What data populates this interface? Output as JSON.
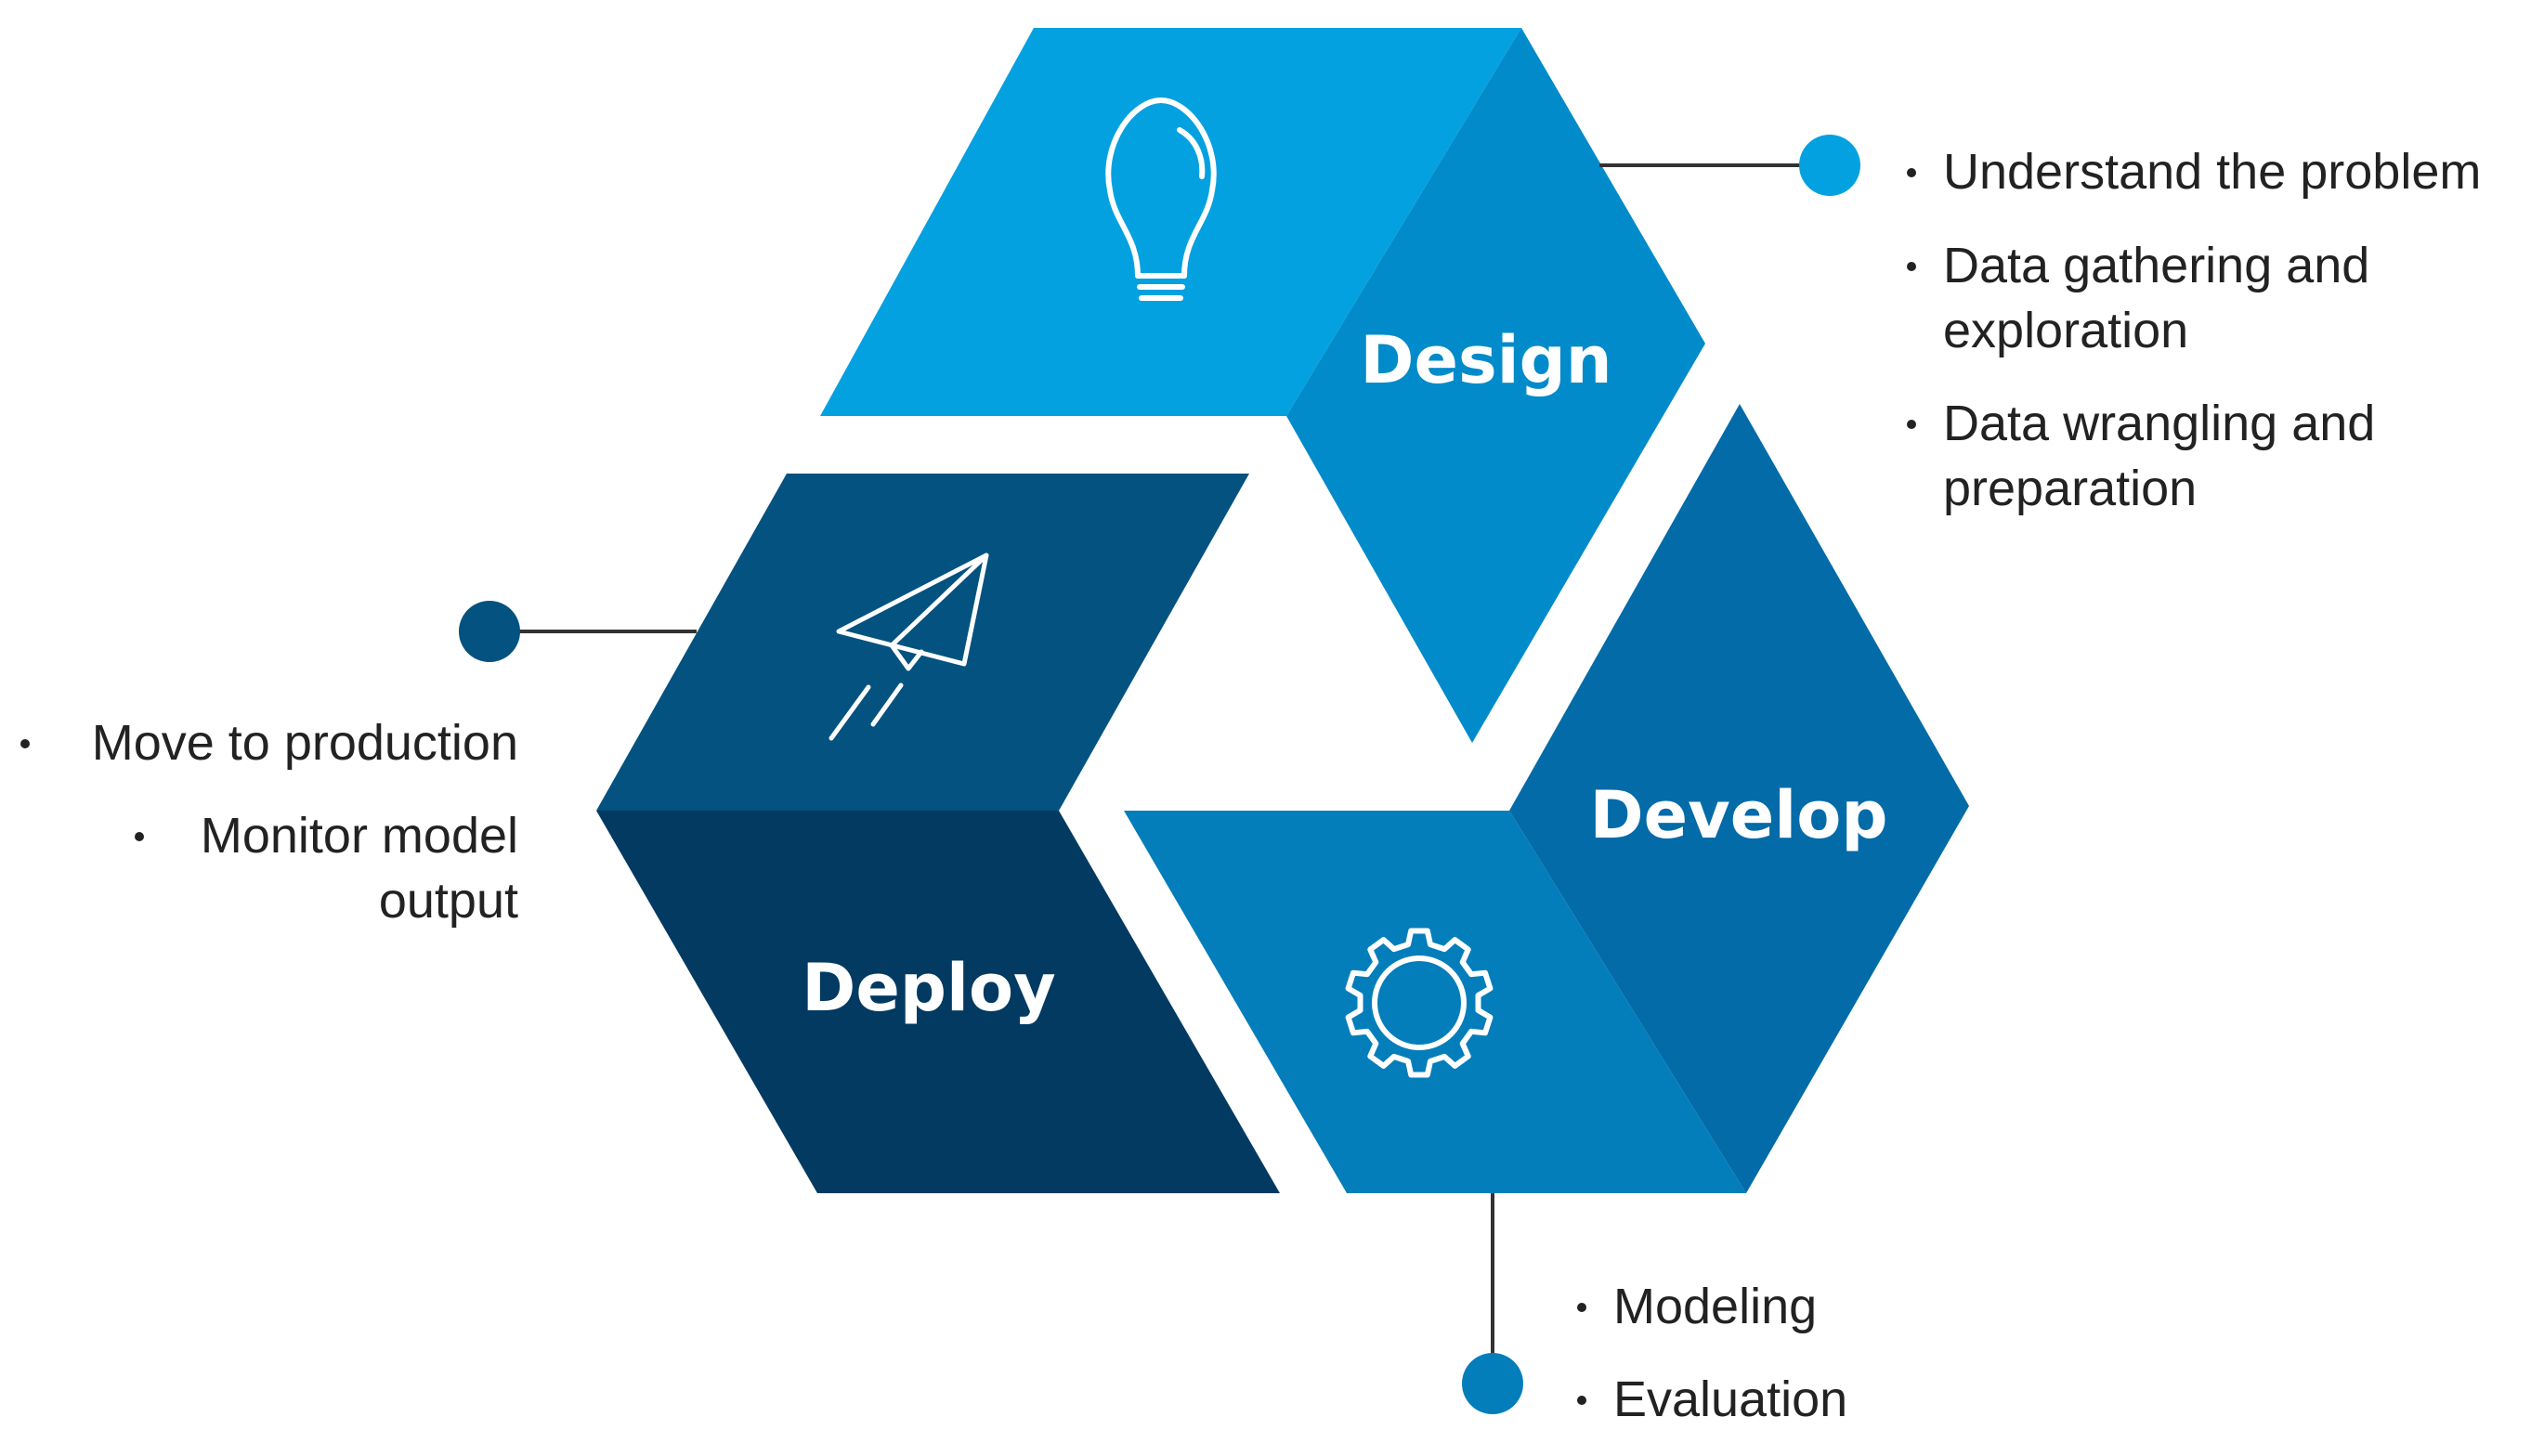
{
  "colors": {
    "design_top": "#04A1E0",
    "design_bottom": "#028BCA",
    "develop_right": "#026BA8",
    "develop_bottom": "#047EBB",
    "deploy_top": "#03527F",
    "deploy_bottom": "#023A62",
    "design_node": "#04A1E0",
    "develop_node": "#047EBB",
    "deploy_node": "#03527F",
    "connector": "#333333",
    "text": "#222222"
  },
  "stages": {
    "design": {
      "label": "Design",
      "icon": "lightbulb-icon",
      "bullets": [
        [
          "Understand the problem"
        ],
        [
          "Data gathering and",
          "exploration"
        ],
        [
          "Data wrangling and",
          "preparation"
        ]
      ]
    },
    "develop": {
      "label": "Develop",
      "icon": "gear-icon",
      "bullets": [
        [
          "Modeling"
        ],
        [
          "Evaluation"
        ]
      ]
    },
    "deploy": {
      "label": "Deploy",
      "icon": "paper-plane-icon",
      "bullets": [
        [
          "Move to production"
        ],
        [
          "Monitor model",
          "output"
        ]
      ]
    }
  }
}
